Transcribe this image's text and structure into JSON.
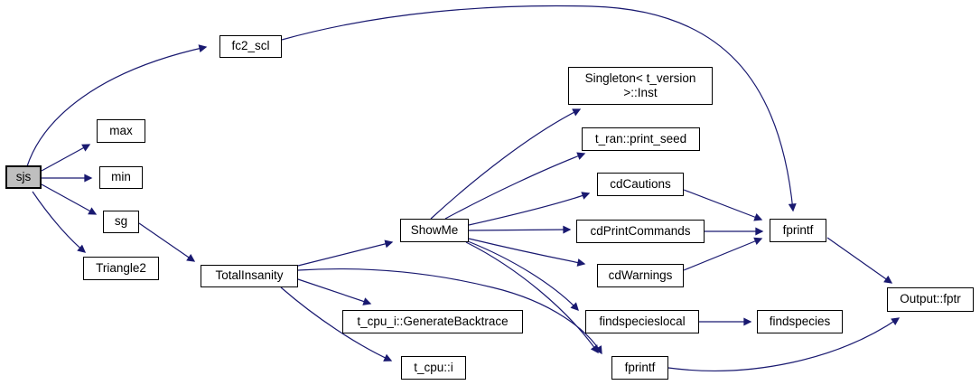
{
  "diagram": {
    "type": "call-graph",
    "root": "sjs",
    "colors": {
      "edge": "#191970",
      "node_border": "#000000",
      "node_fill": "#ffffff",
      "highlight_fill": "#bfbfbf",
      "text": "#000000"
    },
    "nodes": [
      {
        "id": "sjs",
        "label": "sjs",
        "highlighted": true
      },
      {
        "id": "fc2_scl",
        "label": "fc2_scl"
      },
      {
        "id": "max",
        "label": "max"
      },
      {
        "id": "min",
        "label": "min"
      },
      {
        "id": "sg",
        "label": "sg"
      },
      {
        "id": "triangle2",
        "label": "Triangle2"
      },
      {
        "id": "totalinsanity",
        "label": "TotalInsanity"
      },
      {
        "id": "showme",
        "label": "ShowMe"
      },
      {
        "id": "singleton_inst",
        "label": "Singleton< t_version\n>::Inst"
      },
      {
        "id": "print_seed",
        "label": "t_ran::print_seed"
      },
      {
        "id": "cdcautions",
        "label": "cdCautions"
      },
      {
        "id": "cdprintcommands",
        "label": "cdPrintCommands"
      },
      {
        "id": "cdwarnings",
        "label": "cdWarnings"
      },
      {
        "id": "findspecieslocal",
        "label": "findspecieslocal"
      },
      {
        "id": "fprintf_b",
        "label": "fprintf"
      },
      {
        "id": "generatebacktrace",
        "label": "t_cpu_i::GenerateBacktrace"
      },
      {
        "id": "t_cpu_i",
        "label": "t_cpu::i"
      },
      {
        "id": "fprintf_r",
        "label": "fprintf"
      },
      {
        "id": "findspecies",
        "label": "findspecies"
      },
      {
        "id": "output_fptr",
        "label": "Output::fptr"
      }
    ],
    "edges": [
      {
        "from": "sjs",
        "to": "fc2_scl"
      },
      {
        "from": "sjs",
        "to": "max"
      },
      {
        "from": "sjs",
        "to": "min"
      },
      {
        "from": "sjs",
        "to": "sg"
      },
      {
        "from": "sjs",
        "to": "triangle2"
      },
      {
        "from": "sg",
        "to": "totalinsanity"
      },
      {
        "from": "totalinsanity",
        "to": "showme"
      },
      {
        "from": "totalinsanity",
        "to": "fprintf_b"
      },
      {
        "from": "totalinsanity",
        "to": "generatebacktrace"
      },
      {
        "from": "totalinsanity",
        "to": "t_cpu_i"
      },
      {
        "from": "showme",
        "to": "singleton_inst"
      },
      {
        "from": "showme",
        "to": "print_seed"
      },
      {
        "from": "showme",
        "to": "cdcautions"
      },
      {
        "from": "showme",
        "to": "cdprintcommands"
      },
      {
        "from": "showme",
        "to": "cdwarnings"
      },
      {
        "from": "showme",
        "to": "findspecieslocal"
      },
      {
        "from": "showme",
        "to": "fprintf_b"
      },
      {
        "from": "fc2_scl",
        "to": "fprintf_r"
      },
      {
        "from": "cdcautions",
        "to": "fprintf_r"
      },
      {
        "from": "cdprintcommands",
        "to": "fprintf_r"
      },
      {
        "from": "cdwarnings",
        "to": "fprintf_r"
      },
      {
        "from": "findspecieslocal",
        "to": "findspecies"
      },
      {
        "from": "fprintf_r",
        "to": "output_fptr"
      },
      {
        "from": "fprintf_b",
        "to": "output_fptr"
      }
    ]
  }
}
